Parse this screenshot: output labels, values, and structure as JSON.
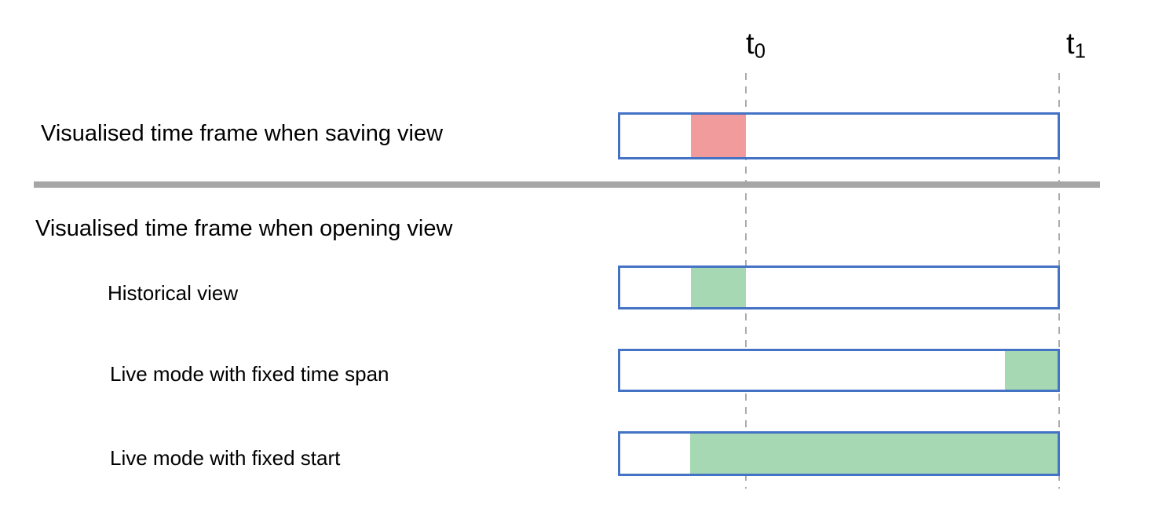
{
  "axis": {
    "t0": {
      "base": "t",
      "sub": "0"
    },
    "t1": {
      "base": "t",
      "sub": "1"
    }
  },
  "sections": {
    "opening_heading": "Visualised time frame when opening view"
  },
  "rows": [
    {
      "id": "saving",
      "label": "Visualised time frame when saving view",
      "fill": {
        "color": "#F19B9D",
        "from_pct": 16.2,
        "to_pct": 28.7,
        "meaning": "highlighted span ending at t0"
      }
    },
    {
      "id": "historical",
      "label": "Historical view",
      "fill": {
        "color": "#A6D9B3",
        "from_pct": 16.2,
        "to_pct": 28.7,
        "meaning": "same span ending at t0"
      }
    },
    {
      "id": "fixed-time-span",
      "label": "Live mode with fixed time span",
      "fill": {
        "color": "#A6D9B3",
        "from_pct": 88.0,
        "to_pct": 100,
        "meaning": "span of equal length ending at t1"
      }
    },
    {
      "id": "fixed-start",
      "label": "Live mode with fixed start",
      "fill": {
        "color": "#A6D9B3",
        "from_pct": 16.0,
        "to_pct": 100,
        "meaning": "span from original start extended to t1"
      }
    }
  ],
  "colors": {
    "bar_border": "#4472C4",
    "saved_fill": "#F19B9D",
    "open_fill": "#A6D9B3",
    "divider": "#A6A6A6",
    "dashed_line": "#ABABAB"
  }
}
